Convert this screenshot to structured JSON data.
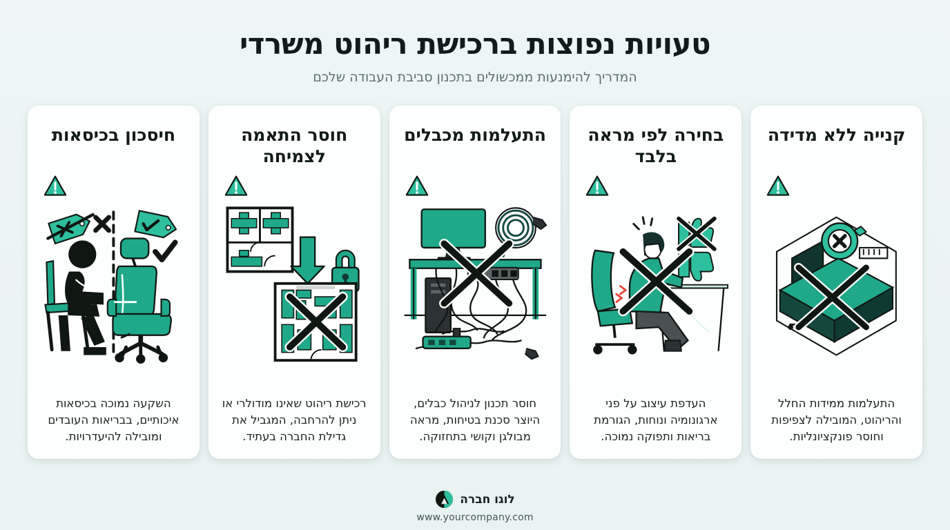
{
  "header": {
    "title": "טעויות נפוצות ברכישת ריהוט משרדי",
    "subtitle": "המדריך להימנעות ממכשולים בתכנון סביבת העבודה שלכם"
  },
  "theme": {
    "background": "#eaf4f2",
    "card_background": "#fdfefe",
    "accent_teal": "#14a085",
    "accent_teal_light": "#2ebf9e",
    "ink": "#111b19",
    "body_text": "#19211f",
    "subtitle_text": "#5d6f6c",
    "mark_black": "#101713"
  },
  "cards": [
    {
      "title": "קנייה ללא מדידה",
      "body": "התעלמות ממידות החלל והריהוט, המובילה לצפיפות וחוסר פונקציונליות.",
      "icon": "warning-triangle-icon",
      "illustration": "room-desk-measuring-tape-illustration"
    },
    {
      "title": "בחירה לפי מראה בלבד",
      "body": "העדפת עיצוב על פני ארגונומיה ונוחות, הגורמת בריאות ותפוקה נמוכה.",
      "icon": "warning-triangle-icon",
      "illustration": "slouching-worker-backpain-illustration"
    },
    {
      "title": "התעלמות מכבלים",
      "body": "חוסר תכנון לניהול כבלים, היוצר סכנת בטיחות, מראה מבולגן וקושי בתחזוקה.",
      "icon": "warning-triangle-icon",
      "illustration": "tangled-cables-desk-illustration"
    },
    {
      "title": "חוסר התאמה לצמיחה",
      "body": "רכישת ריהוט שאינו מודולרי או ניתן להרחבה, המגביל את גדילת החברה בעתיד.",
      "icon": "warning-triangle-icon",
      "illustration": "floorplan-growth-lock-illustration"
    },
    {
      "title": "חיסכון בכיסאות",
      "body": "השקעה נמוכה בכיסאות איכותיים, בבריאות העובדים ומובילה להיעדרויות.",
      "icon": "warning-triangle-icon",
      "illustration": "cheap-vs-ergonomic-chair-illustration"
    }
  ],
  "footer": {
    "brand_name": "לוגו חברה",
    "url": "www.yourcompany.com",
    "logo_icon": "company-circle-logo-icon"
  }
}
